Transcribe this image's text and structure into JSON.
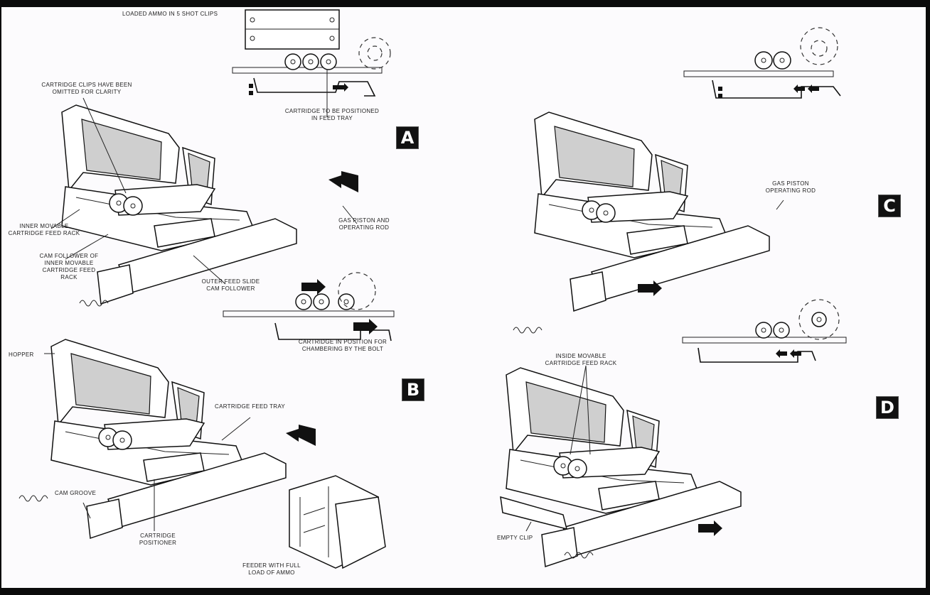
{
  "figure": {
    "panels": [
      {
        "id": "A",
        "badge": "A",
        "labels": {
          "loaded_ammo": "LOADED AMMO IN 5 SHOT CLIPS",
          "clips_omitted": "CARTRIDGE CLIPS HAVE BEEN OMITTED FOR CLARITY",
          "to_be_positioned": "CARTRIDGE TO BE POSITIONED IN FEED TRAY",
          "inner_rack": "INNER MOVABLE CARTRIDGE FEED RACK",
          "cam_follower": "CAM FOLLOWER OF INNER MOVABLE CARTRIDGE FEED RACK",
          "outer_slide": "OUTER FEED SLIDE CAM FOLLOWER",
          "gas_piston": "GAS PISTON AND OPERATING ROD",
          "in_position": "CARTRIDGE IN POSITION FOR CHAMBERING BY THE BOLT"
        }
      },
      {
        "id": "B",
        "badge": "B",
        "labels": {
          "hopper": "HOPPER",
          "feed_tray": "CARTRIDGE FEED TRAY",
          "cam_groove": "CAM GROOVE",
          "positioner": "CARTRIDGE POSITIONER",
          "feeder": "FEEDER WITH FULL LOAD OF AMMO"
        }
      },
      {
        "id": "C",
        "badge": "C",
        "labels": {
          "gas_piston": "GAS PISTON OPERATING ROD"
        }
      },
      {
        "id": "D",
        "badge": "D",
        "labels": {
          "inner_rack": "INSIDE MOVABLE CARTRIDGE FEED RACK",
          "empty_clip": "EMPTY CLIP"
        }
      }
    ]
  }
}
